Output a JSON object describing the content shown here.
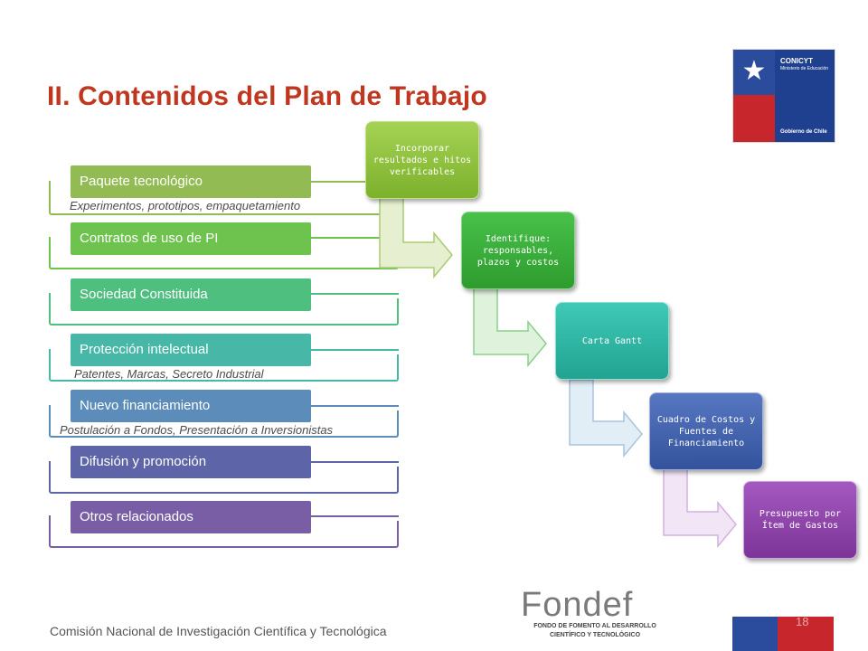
{
  "slide": {
    "title": "II. Contenidos del Plan de Trabajo",
    "page_number": "18",
    "footer": "Comisión Nacional de Investigación Científica y Tecnológica"
  },
  "logos": {
    "conicyt": {
      "name": "CONICYT",
      "sub": "Ministerio de Educación",
      "gov": "Gobierno de Chile"
    },
    "fondef": {
      "name": "Fondef",
      "line1": "FONDO DE FOMENTO AL DESARROLLO",
      "line2": "CIENTÍFICO Y TECNOLÓGICO"
    }
  },
  "left_items": [
    {
      "label": "Paquete tecnológico",
      "sub": "Experimentos, prototipos, empaquetamiento",
      "color": "#93bb54"
    },
    {
      "label": "Contratos de uso de PI",
      "sub": "",
      "color": "#6ec24e"
    },
    {
      "label": "Sociedad Constituida",
      "sub": "",
      "color": "#4fbf80"
    },
    {
      "label": "Protección intelectual",
      "sub": "Patentes, Marcas, Secreto Industrial",
      "color": "#47b8a8"
    },
    {
      "label": "Nuevo financiamiento",
      "sub": "Postulación a Fondos, Presentación a Inversionistas",
      "color": "#5b8cba"
    },
    {
      "label": "Difusión y promoción",
      "sub": "",
      "color": "#5d64a8"
    },
    {
      "label": "Otros relacionados",
      "sub": "",
      "color": "#7a5ea5"
    }
  ],
  "steps": [
    {
      "label": "Incorporar resultados e hitos verificables",
      "color": "#8cbf3c"
    },
    {
      "label": "Identifique: responsables, plazos y costos",
      "color": "#3fae3f"
    },
    {
      "label": "Carta Gantt",
      "color": "#2bb4a3"
    },
    {
      "label": "Cuadro de Costos y Fuentes de Financiamiento",
      "color": "#3f5fa8"
    },
    {
      "label": "Presupuesto por Ítem de Gastos",
      "color": "#8a3fa5"
    }
  ]
}
